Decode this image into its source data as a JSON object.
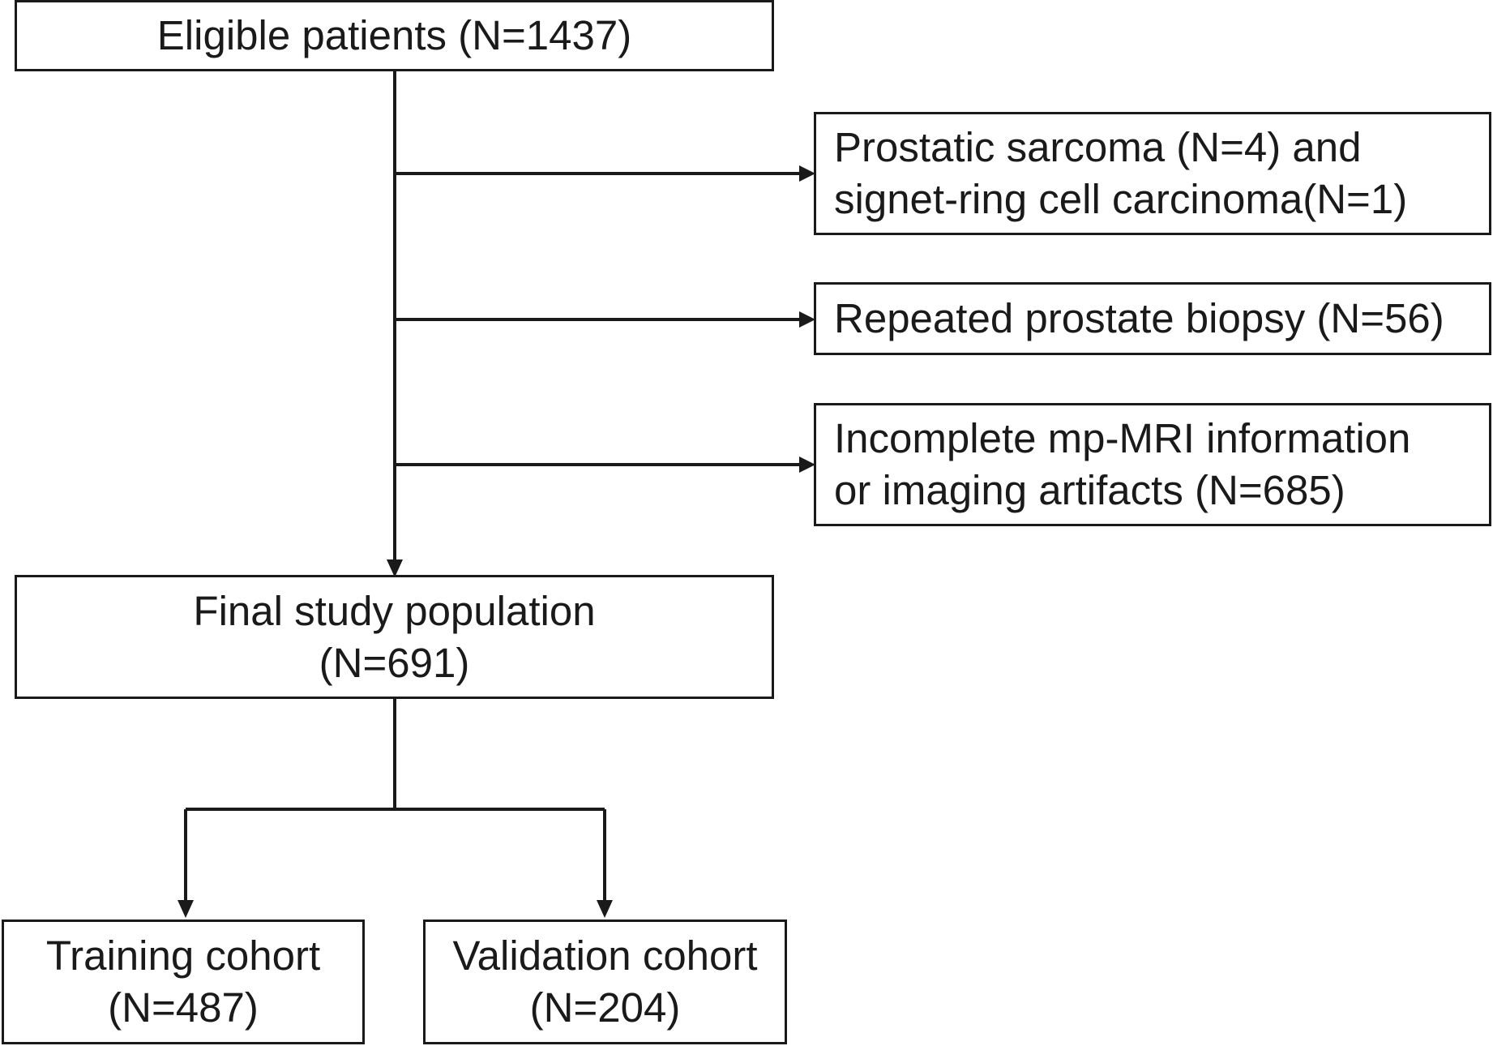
{
  "flowchart": {
    "eligible": {
      "line1": "Eligible patients (N=1437)"
    },
    "exclusions": [
      {
        "line1": "Prostatic sarcoma (N=4) and",
        "line2": "signet-ring cell carcinoma(N=1)"
      },
      {
        "line1": "Repeated prostate biopsy (N=56)"
      },
      {
        "line1": "Incomplete mp-MRI information",
        "line2": "or imaging artifacts (N=685)"
      }
    ],
    "final": {
      "line1": "Final study population",
      "line2": "(N=691)"
    },
    "training": {
      "line1": "Training cohort",
      "line2": "(N=487)"
    },
    "validation": {
      "line1": "Validation cohort",
      "line2": "(N=204)"
    }
  }
}
